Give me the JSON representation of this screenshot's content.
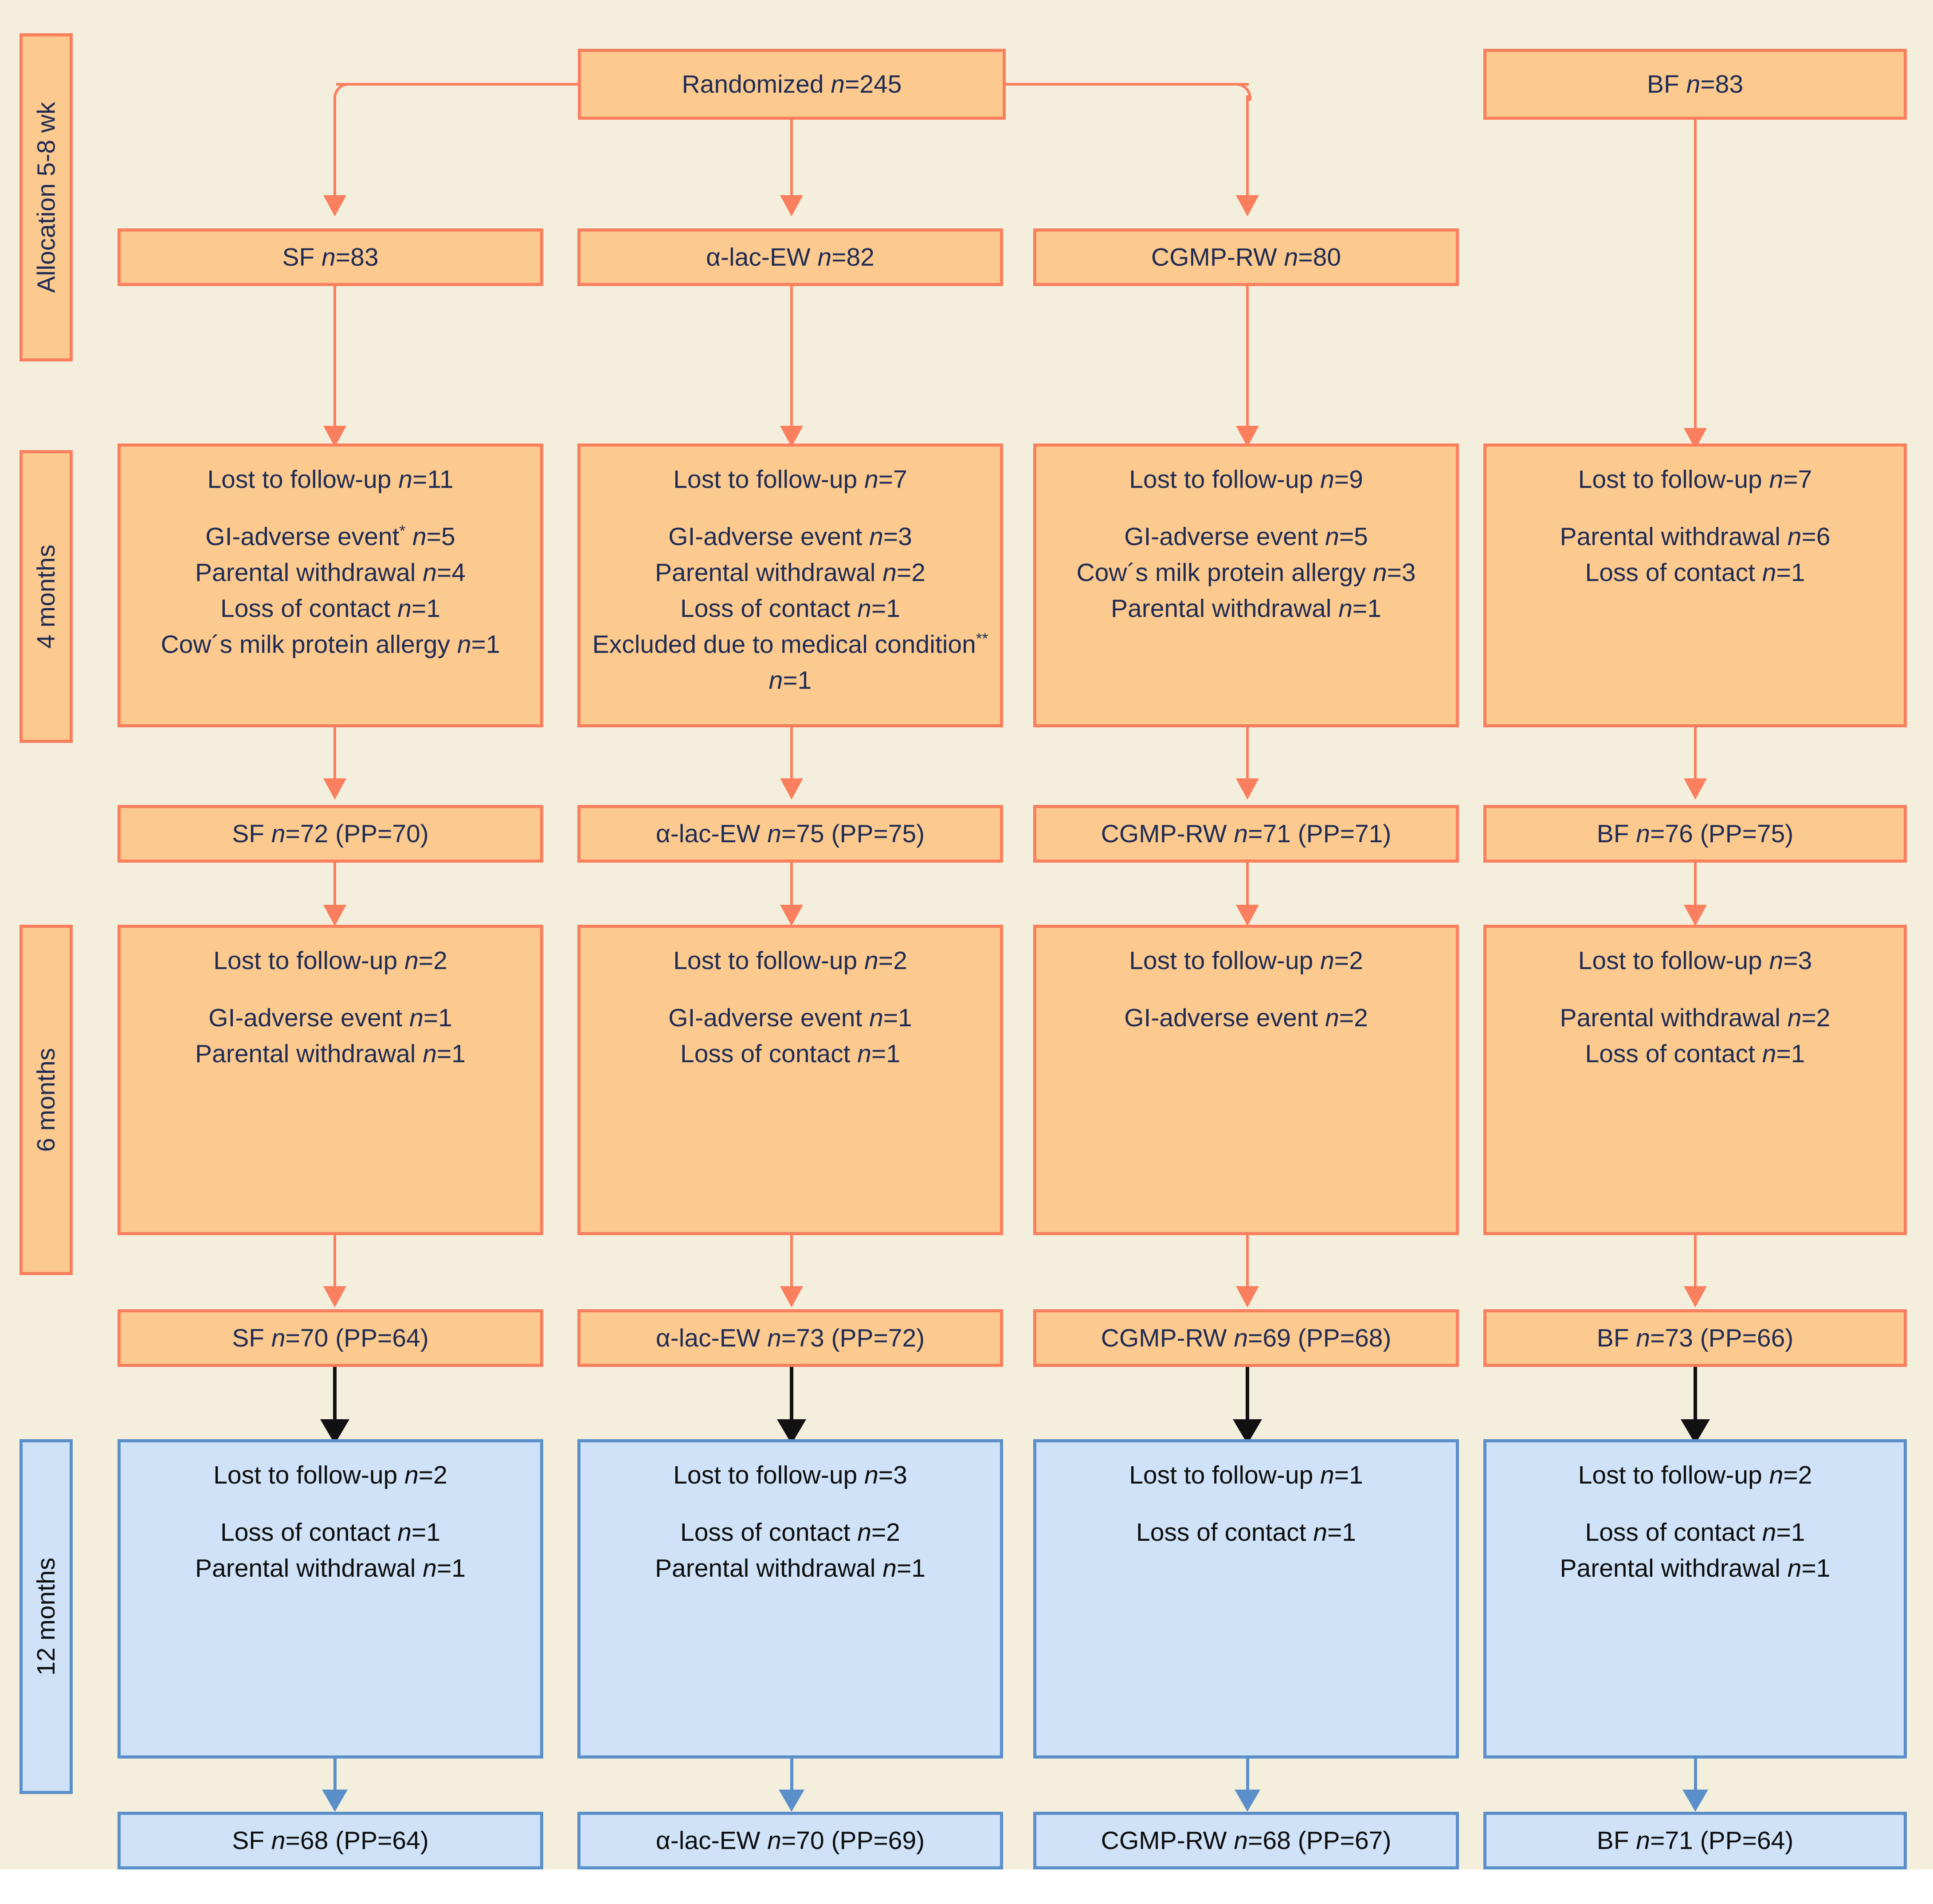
{
  "diagram": {
    "title": "CONSORT participant flow diagram",
    "colors": {
      "canvas": "#f4eedd",
      "orange_fill": "#fcca8e",
      "orange_border": "#fa7f5e",
      "blue_fill": "#cfe2f8",
      "blue_border": "#5b8fc9",
      "text_dark": "#1f2b54",
      "arrow_black": "#111111"
    }
  },
  "stages": {
    "allocation": "Allocation 5-8 wk",
    "months4": "4 months",
    "months6": "6 months",
    "months12": "12 months"
  },
  "top": {
    "randomized": "Randomized n=245",
    "bf": "BF n=83"
  },
  "allocation_row": {
    "sf": "SF n=83",
    "alac": "α-lac-EW n=82",
    "cgmp": "CGMP-RW n=80"
  },
  "dropout_4m": {
    "sf": {
      "header": "Lost to follow-up n=11",
      "items": [
        "GI-adverse event* n=5",
        "Parental withdrawal n=4",
        "Loss of contact n=1",
        "Cow´s milk protein allergy n=1"
      ]
    },
    "alac": {
      "header": "Lost to follow-up n=7",
      "items": [
        "GI-adverse event n=3",
        "Parental withdrawal n=2",
        "Loss of contact n=1",
        "Excluded due to medical condition** n=1"
      ]
    },
    "cgmp": {
      "header": "Lost to follow-up n=9",
      "items": [
        "GI-adverse event n=5",
        "Cow´s milk protein allergy n=3",
        "Parental withdrawal n=1"
      ]
    },
    "bf": {
      "header": "Lost to follow-up n=7",
      "items": [
        "Parental withdrawal n=6",
        "Loss of contact n=1"
      ]
    }
  },
  "result_4m": {
    "sf": "SF n=72 (PP=70)",
    "alac": "α-lac-EW n=75 (PP=75)",
    "cgmp": "CGMP-RW n=71 (PP=71)",
    "bf": "BF n=76 (PP=75)"
  },
  "dropout_6m": {
    "sf": {
      "header": "Lost to follow-up n=2",
      "items": [
        "GI-adverse event n=1",
        "Parental withdrawal n=1"
      ]
    },
    "alac": {
      "header": "Lost to follow-up n=2",
      "items": [
        "GI-adverse event n=1",
        "Loss of contact n=1"
      ]
    },
    "cgmp": {
      "header": "Lost to follow-up n=2",
      "items": [
        "GI-adverse event n=2"
      ]
    },
    "bf": {
      "header": "Lost to follow-up n=3",
      "items": [
        "Parental withdrawal n=2",
        "Loss of contact n=1"
      ]
    }
  },
  "result_6m": {
    "sf": "SF n=70 (PP=64)",
    "alac": "α-lac-EW n=73 (PP=72)",
    "cgmp": "CGMP-RW n=69 (PP=68)",
    "bf": "BF n=73 (PP=66)"
  },
  "dropout_12m": {
    "sf": {
      "header": "Lost to follow-up n=2",
      "items": [
        "Loss of contact n=1",
        "Parental withdrawal n=1"
      ]
    },
    "alac": {
      "header": "Lost to follow-up n=3",
      "items": [
        "Loss of contact n=2",
        "Parental withdrawal n=1"
      ]
    },
    "cgmp": {
      "header": "Lost to follow-up n=1",
      "items": [
        "Loss of contact n=1"
      ]
    },
    "bf": {
      "header": "Lost to follow-up n=2",
      "items": [
        "Loss of contact n=1",
        "Parental withdrawal n=1"
      ]
    }
  },
  "result_12m": {
    "sf": "SF n=68 (PP=64)",
    "alac": "α-lac-EW n=70 (PP=69)",
    "cgmp": "CGMP-RW n=68 (PP=67)",
    "bf": "BF n=71 (PP=64)"
  }
}
